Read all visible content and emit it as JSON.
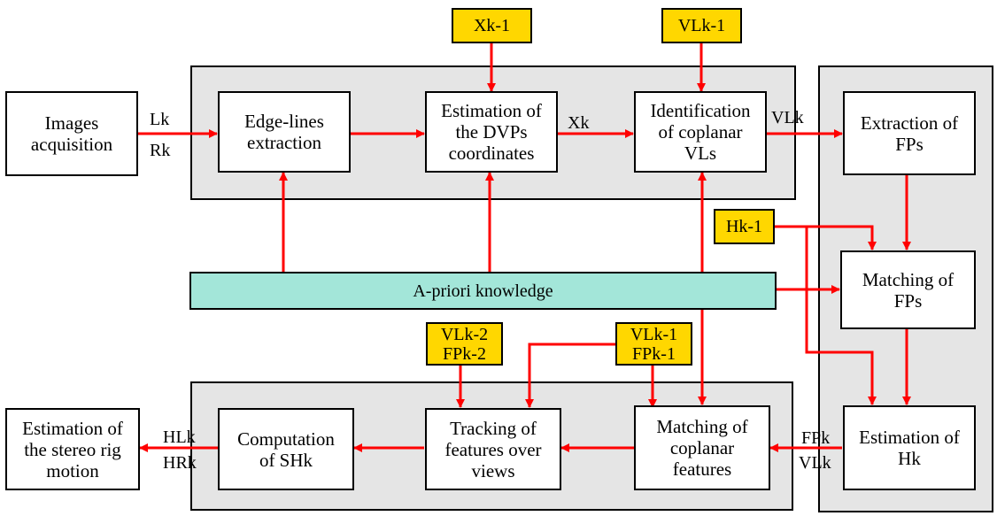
{
  "nodes": {
    "images_acquisition": "Images\nacquisition",
    "edge_lines_extraction": "Edge-lines\nextraction",
    "estimation_dvps": "Estimation of\nthe DVPs\ncoordinates",
    "identification_coplanar": "Identification\nof coplanar\nVLs",
    "extraction_fps": "Extraction of\nFPs",
    "matching_fps": "Matching of\nFPs",
    "estimation_hk": "Estimation of\nHk",
    "apriori": "A-priori knowledge",
    "matching_coplanar": "Matching of\ncoplanar\nfeatures",
    "tracking_features": "Tracking of\nfeatures over\nviews",
    "computation_shk": "Computation\nof SHk",
    "estimation_stereo": "Estimation of\nthe stereo rig\nmotion",
    "xk1": "Xk-1",
    "vlk1_top": "VLk-1",
    "hk1": "Hk-1",
    "vlk2_fpk2": "VLk-2\nFPk-2",
    "vlk1_fpk1": "VLk-1\nFPk-1"
  },
  "labels": {
    "lk": "Lk",
    "rk": "Rk",
    "xk": "Xk",
    "vlk": "VLk",
    "fpk": "FPk",
    "vlk_bottom": "VLk",
    "hlk": "HLk",
    "hrk": "HRk"
  },
  "colors": {
    "arrow": "#ff0000",
    "panel": "#e5e5e5",
    "input_box": "#ffd700",
    "knowledge_box": "#a3e6d9"
  }
}
